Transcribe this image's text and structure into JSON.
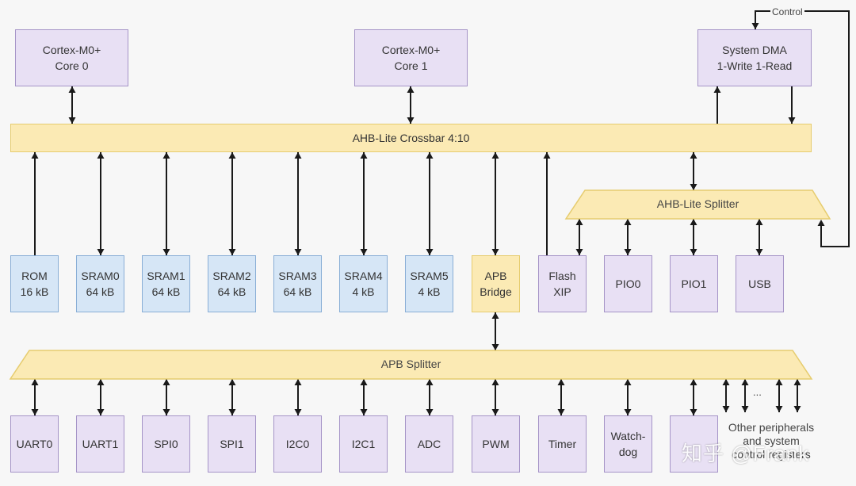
{
  "cores": {
    "core0": [
      "Cortex-M0+",
      "Core 0"
    ],
    "core1": [
      "Cortex-M0+",
      "Core 1"
    ],
    "dma": [
      "System DMA",
      "1-Write 1-Read"
    ],
    "control_label": "Control"
  },
  "buses": {
    "crossbar": "AHB-Lite Crossbar 4:10",
    "ahb_splitter": "AHB-Lite Splitter",
    "apb_splitter": "APB Splitter"
  },
  "memory_blocks": [
    {
      "name": "ROM",
      "size": "16 kB"
    },
    {
      "name": "SRAM0",
      "size": "64 kB"
    },
    {
      "name": "SRAM1",
      "size": "64 kB"
    },
    {
      "name": "SRAM2",
      "size": "64 kB"
    },
    {
      "name": "SRAM3",
      "size": "64 kB"
    },
    {
      "name": "SRAM4",
      "size": "4 kB"
    },
    {
      "name": "SRAM5",
      "size": "4 kB"
    }
  ],
  "apb_bridge": [
    "APB",
    "Bridge"
  ],
  "flash_xip": [
    "Flash",
    "XIP"
  ],
  "ahb_peripherals": [
    "PIO0",
    "PIO1",
    "USB"
  ],
  "apb_peripherals": [
    "UART0",
    "UART1",
    "SPI0",
    "SPI1",
    "I2C0",
    "I2C1",
    "ADC",
    "PWM",
    "Timer"
  ],
  "watchdog": [
    "Watch-",
    "dog"
  ],
  "other_peripherals": {
    "ellipsis": "...",
    "lines": [
      "Other peripherals",
      "and system",
      "control registers"
    ]
  },
  "watermark": "知乎 @Frank",
  "colors": {
    "processor_fill": "#e8e0f4",
    "memory_fill": "#d6e6f6",
    "bus_fill": "#fbeab4",
    "wire": "#1a1a1a"
  }
}
